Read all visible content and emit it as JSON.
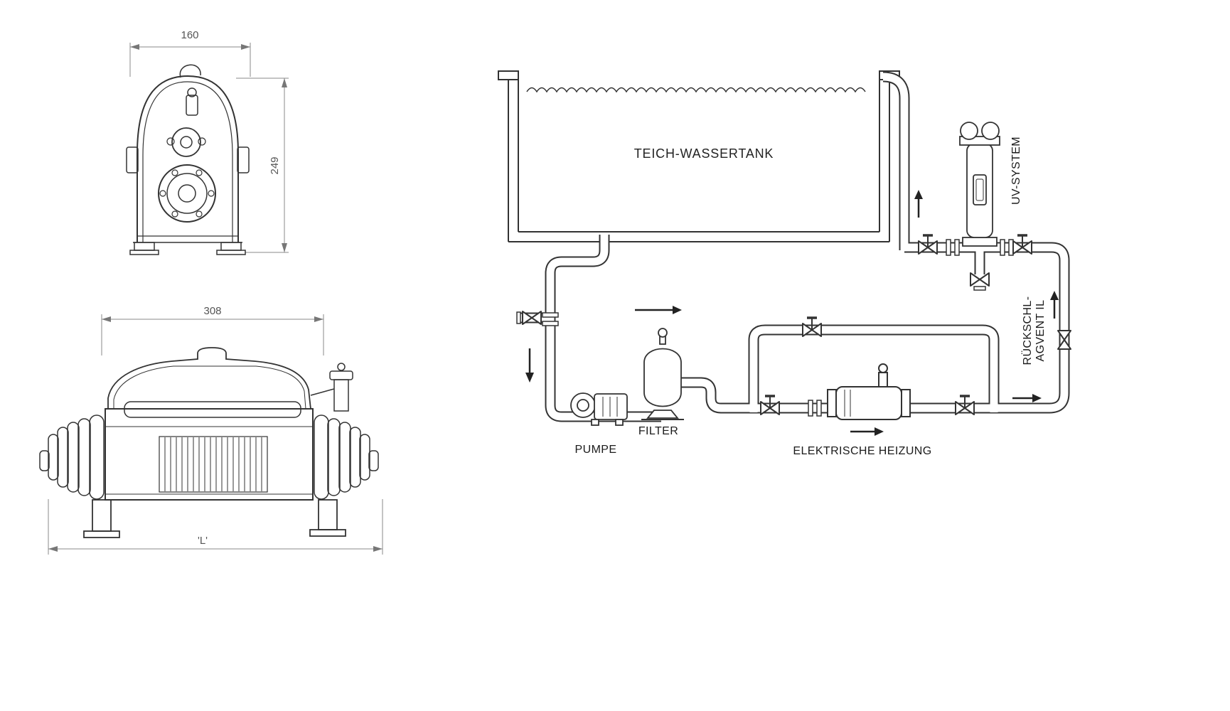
{
  "drawing": {
    "front_view": {
      "width_dim": "160",
      "height_dim": "249"
    },
    "side_view": {
      "width_dim": "308",
      "length_dim": "'L'"
    }
  },
  "schematic": {
    "tank_label": "TEICH-WASSERTANK",
    "pump_label": "PUMPE",
    "filter_label": "FILTER",
    "heater_label": "ELEKTRISCHE HEIZUNG",
    "uv_label": "UV-SYSTEM",
    "check_valve_label": [
      "RÜCKSCHL-",
      "AGVENT IL"
    ]
  }
}
